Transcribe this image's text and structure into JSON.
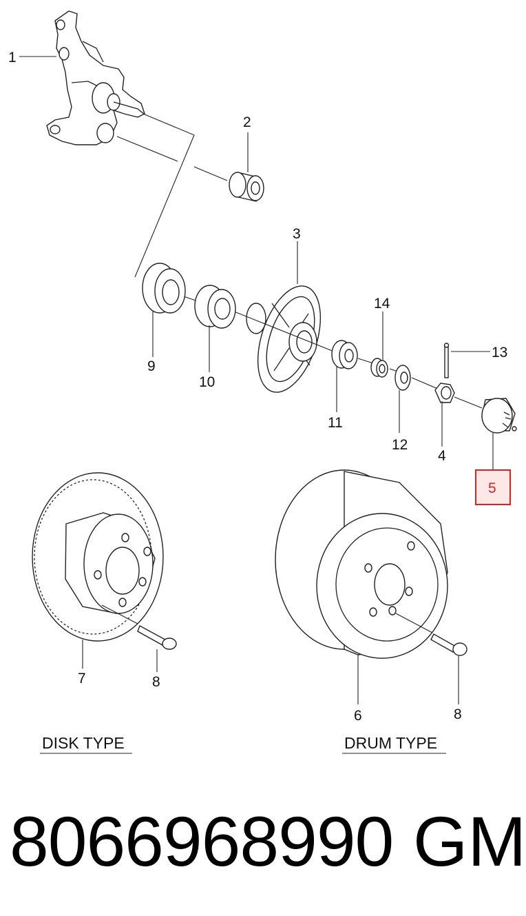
{
  "callouts": {
    "c1": "1",
    "c2": "2",
    "c3": "3",
    "c4": "4",
    "c5": "5",
    "c6": "6",
    "c7": "7",
    "c8a": "8",
    "c8b": "8",
    "c9": "9",
    "c10": "10",
    "c11": "11",
    "c12": "12",
    "c13": "13",
    "c14": "14"
  },
  "highlighted_callout": "5",
  "highlight_color": "#e02020",
  "highlight_fill": "#fde8e8",
  "sections": {
    "disk": "DISK TYPE",
    "drum": "DRUM TYPE"
  },
  "footer": {
    "part_number": "8066968990",
    "brand": "GM"
  }
}
